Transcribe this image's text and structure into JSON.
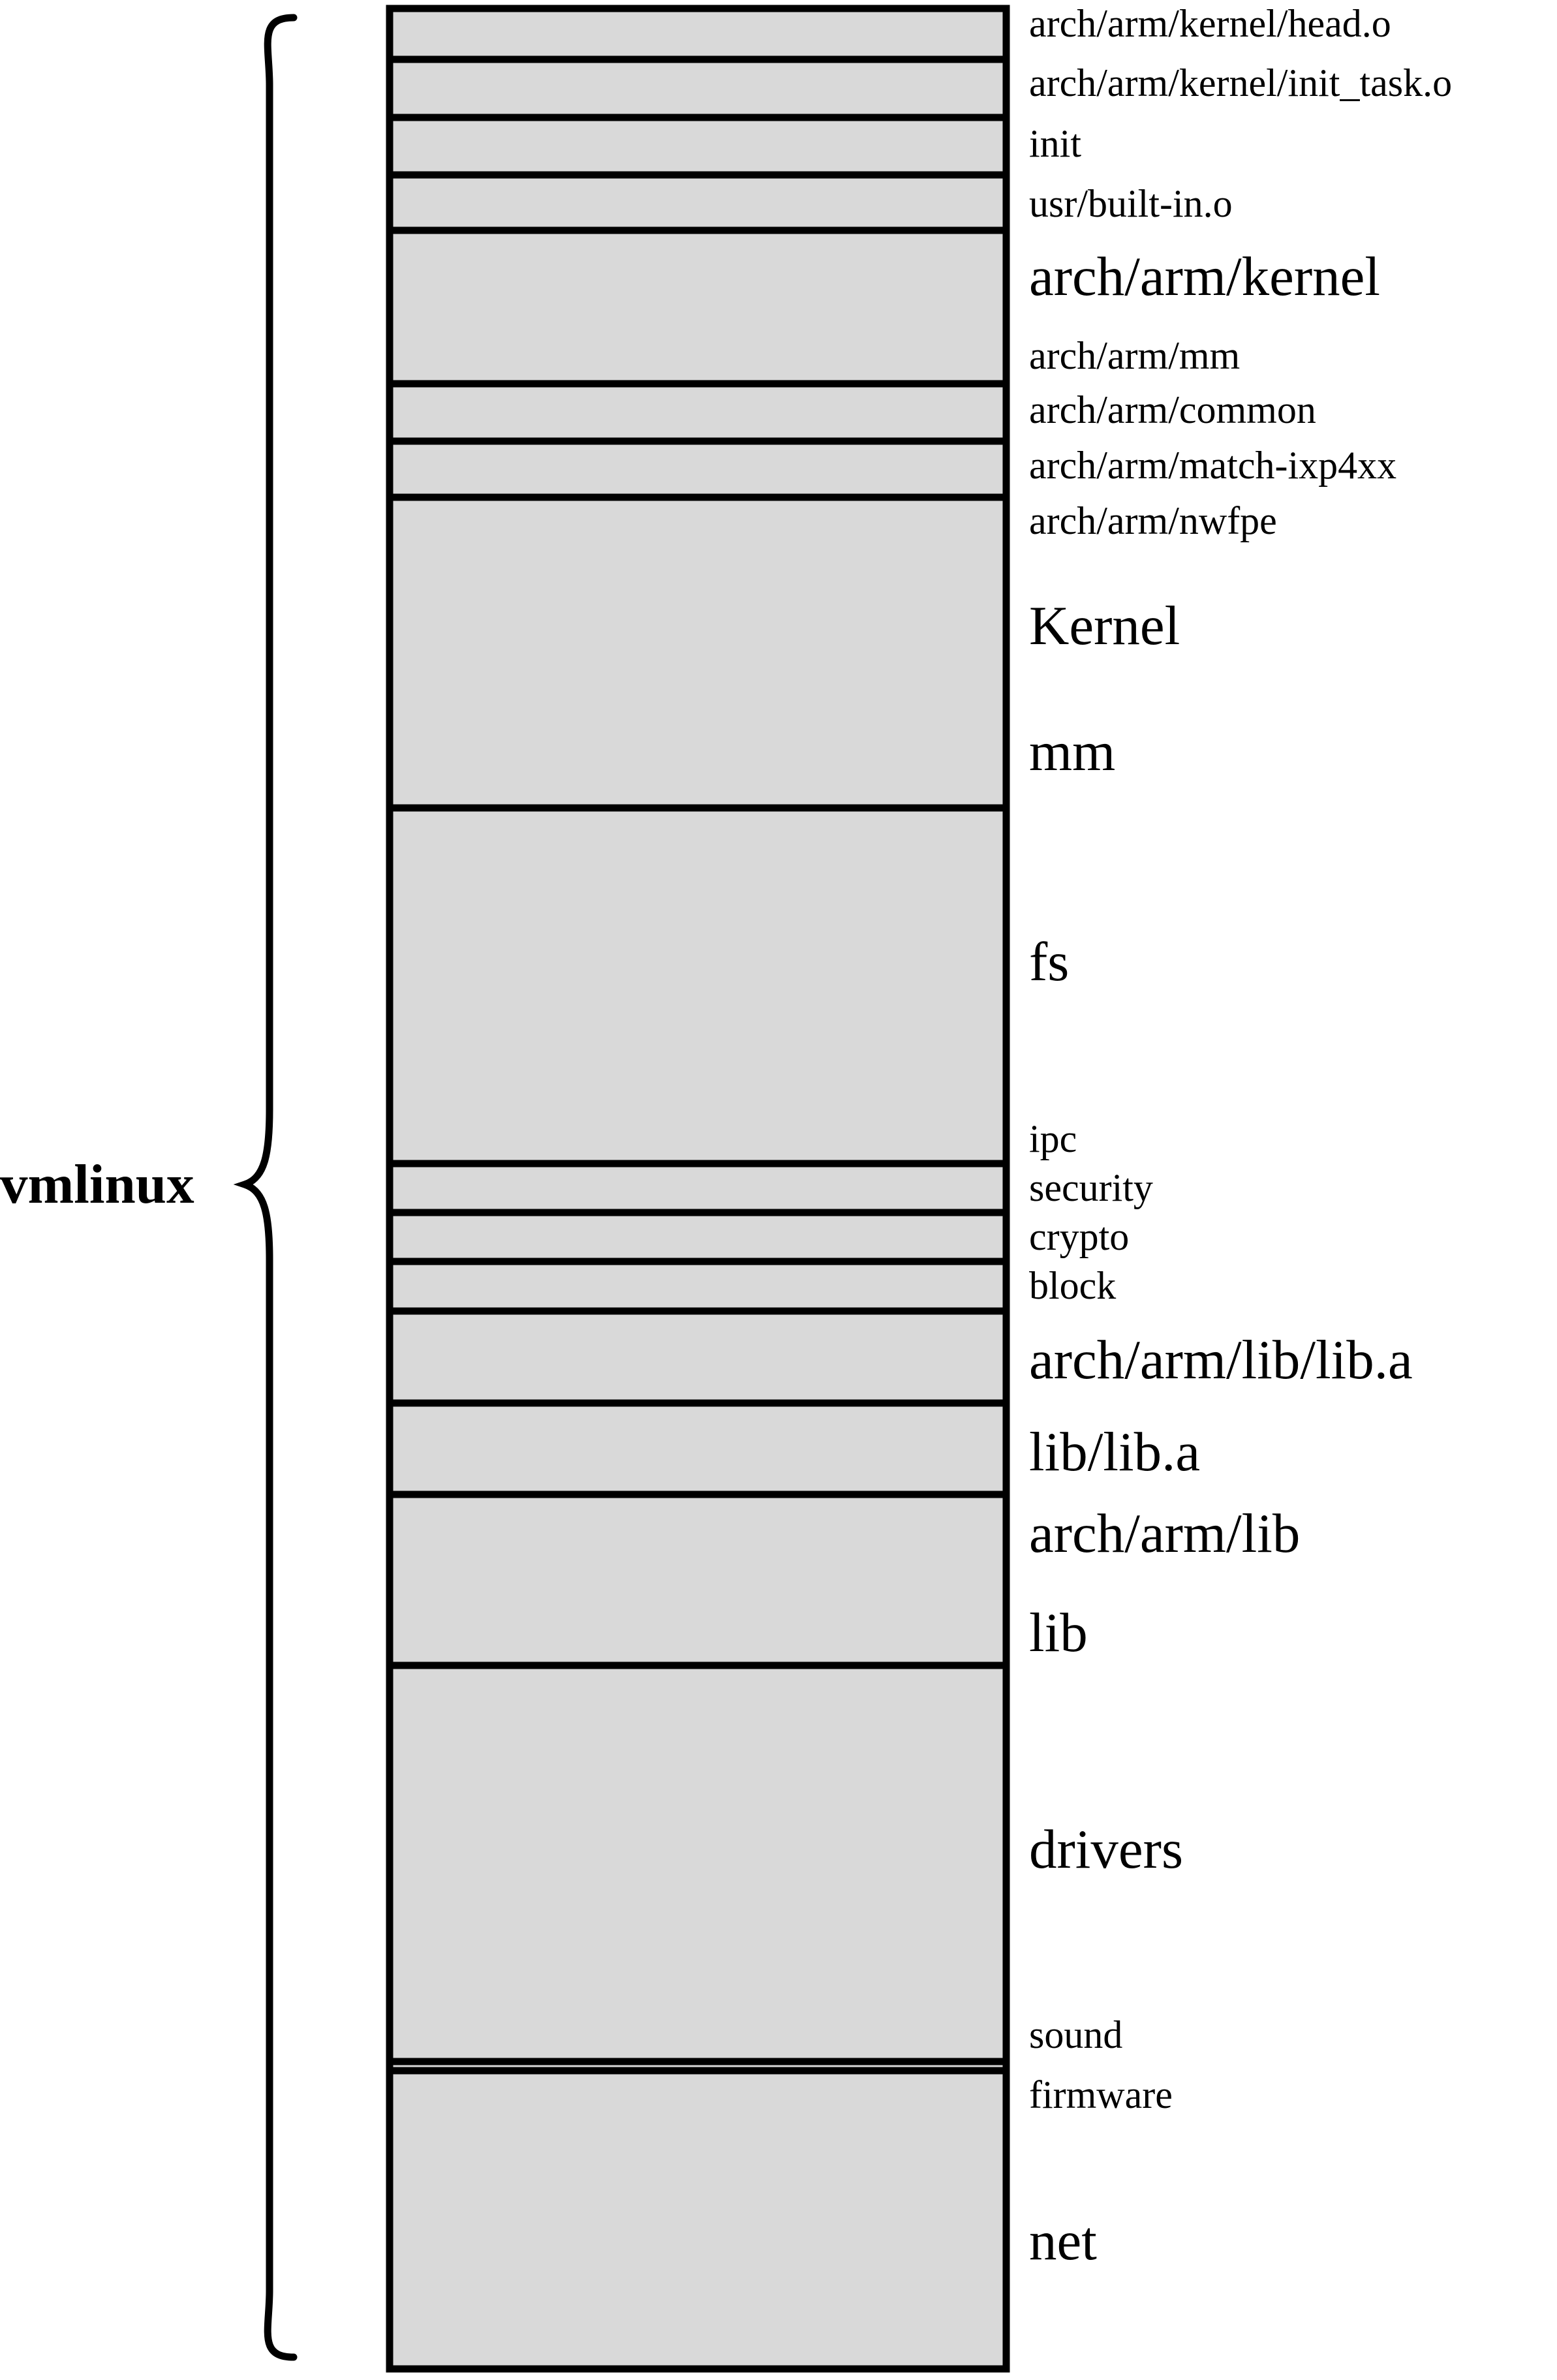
{
  "diagram": {
    "title": "vmlinux",
    "colors": {
      "fill": "#d9d9d9",
      "stroke": "#000000"
    },
    "segments": [
      {
        "label": "arch/arm/kernel/head.o"
      },
      {
        "label": "arch/arm/kernel/init_task.o"
      },
      {
        "label": "init"
      },
      {
        "label": "usr/built-in.o"
      },
      {
        "label": "arch/arm/kernel",
        "label2": "arch/arm/mm"
      },
      {
        "label": "arch/arm/common"
      },
      {
        "label": "arch/arm/match-ixp4xx",
        "label2": "arch/arm/nwfpe"
      },
      {
        "label": "Kernel",
        "label2": "mm"
      },
      {
        "label": "fs",
        "label2": "ipc"
      },
      {
        "label": "security"
      },
      {
        "label": "crypto"
      },
      {
        "label": "block"
      },
      {
        "label": "arch/arm/lib/lib.a"
      },
      {
        "label": "lib/lib.a"
      },
      {
        "label": "arch/arm/lib",
        "label2": "lib"
      },
      {
        "label": "drivers",
        "label2": "sound"
      },
      {
        "label": ""
      },
      {
        "label": "firmware",
        "label2": "net"
      }
    ]
  }
}
